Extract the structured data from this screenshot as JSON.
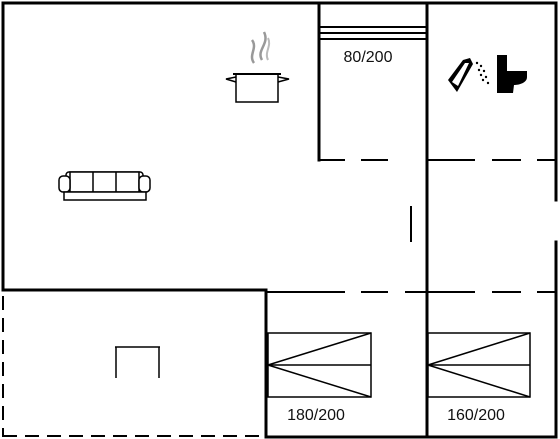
{
  "bed_labels": {
    "small_room": "80/200",
    "room_left": "180/200",
    "room_right": "160/200"
  },
  "icons": {
    "kitchen": "cooking-pot-icon",
    "living": "sofa-icon",
    "bathroom": "shower-toilet-icon",
    "terrace": "table-icon"
  },
  "colors": {
    "wall": "#000000",
    "background": "#ffffff",
    "steam": "#999999"
  }
}
